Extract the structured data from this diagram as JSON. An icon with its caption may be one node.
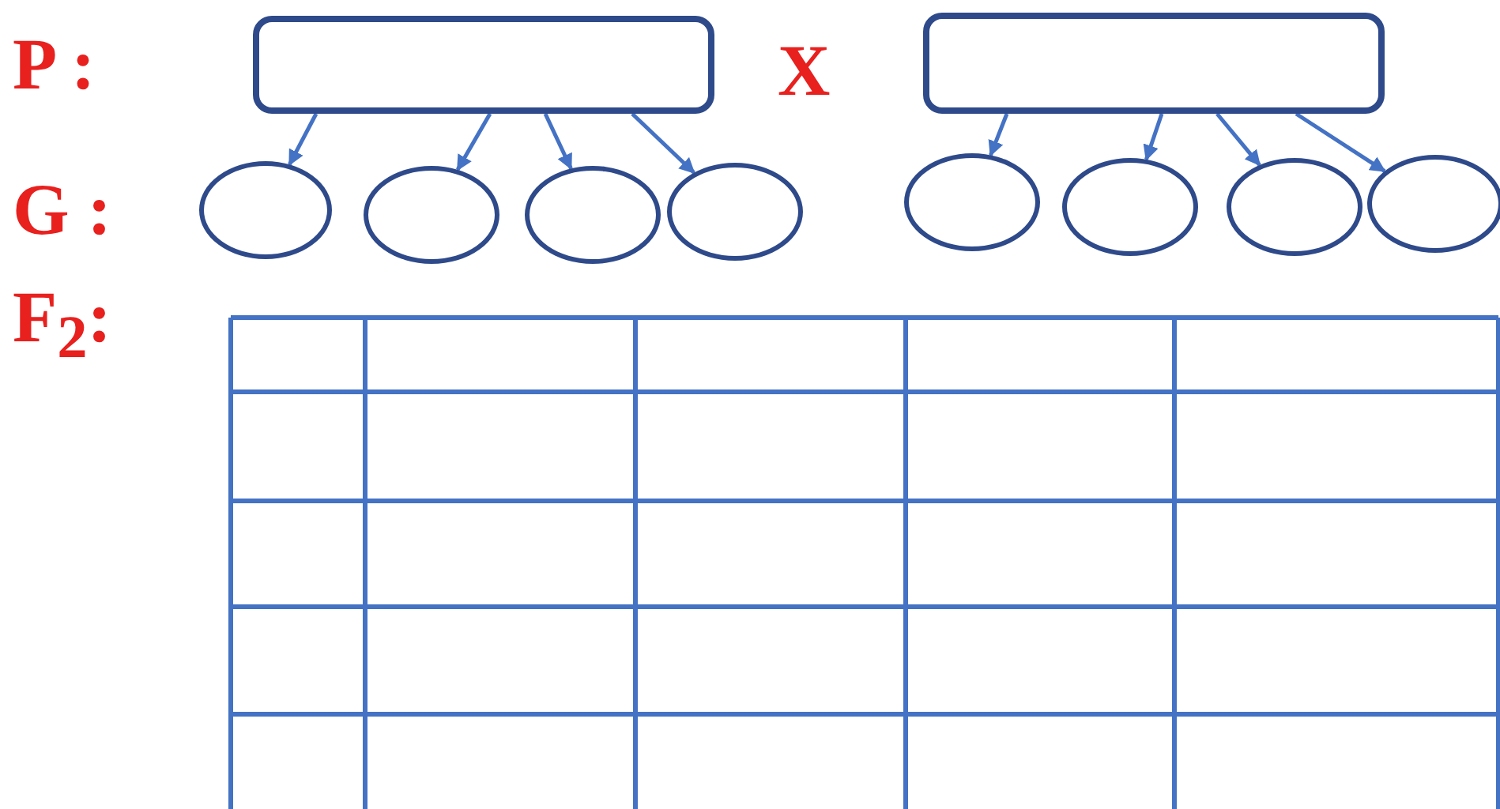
{
  "diagram": {
    "nodes": [
      {
        "text": [],
        "shape": "box"
      },
      {
        "text": [],
        "shape": "box"
      },
      {
        "text": [],
        "shape": "circle"
      },
      {
        "text": [],
        "shape": "circle"
      },
      {
        "text": [],
        "shape": "circle"
      },
      {
        "text": [],
        "shape": "circle"
      },
      {
        "text": [],
        "shape": "circle"
      },
      {
        "text": [],
        "shape": "circle"
      },
      {
        "text": [],
        "shape": "circle"
      },
      {
        "text": [],
        "shape": "circle"
      }
    ],
    "edges": [
      {
        "from": 0,
        "to": 2,
        "arrow": "to"
      },
      {
        "from": 0,
        "to": 3,
        "arrow": "to"
      },
      {
        "from": 0,
        "to": 4,
        "arrow": "to"
      },
      {
        "from": 0,
        "to": 5,
        "arrow": "to"
      },
      {
        "from": 1,
        "to": 6,
        "arrow": "to"
      },
      {
        "from": 1,
        "to": 7,
        "arrow": "to"
      },
      {
        "from": 1,
        "to": 8,
        "arrow": "to"
      },
      {
        "from": 1,
        "to": 9,
        "arrow": "to"
      }
    ],
    "labels": [
      "P :",
      "X",
      "G :",
      "F$_{2}$:"
    ]
  }
}
